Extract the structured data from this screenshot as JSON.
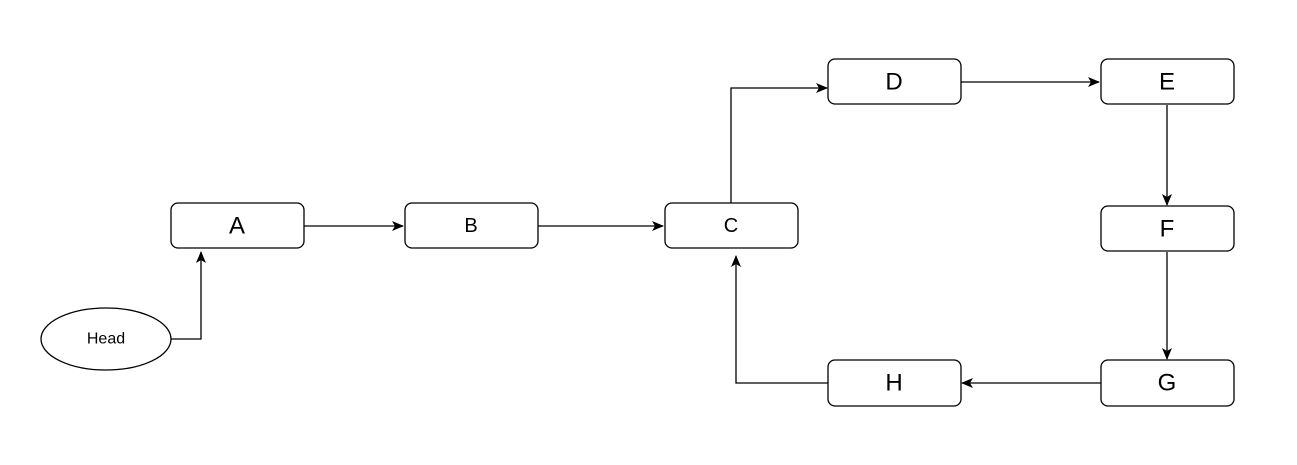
{
  "diagram": {
    "head": "Head",
    "nodes": {
      "A": "A",
      "B": "B",
      "C": "C",
      "D": "D",
      "E": "E",
      "F": "F",
      "G": "G",
      "H": "H"
    },
    "edges": [
      {
        "from": "Head",
        "to": "A"
      },
      {
        "from": "A",
        "to": "B"
      },
      {
        "from": "B",
        "to": "C"
      },
      {
        "from": "C",
        "to": "D"
      },
      {
        "from": "D",
        "to": "E"
      },
      {
        "from": "E",
        "to": "F"
      },
      {
        "from": "F",
        "to": "G"
      },
      {
        "from": "G",
        "to": "H"
      },
      {
        "from": "H",
        "to": "C"
      }
    ]
  }
}
